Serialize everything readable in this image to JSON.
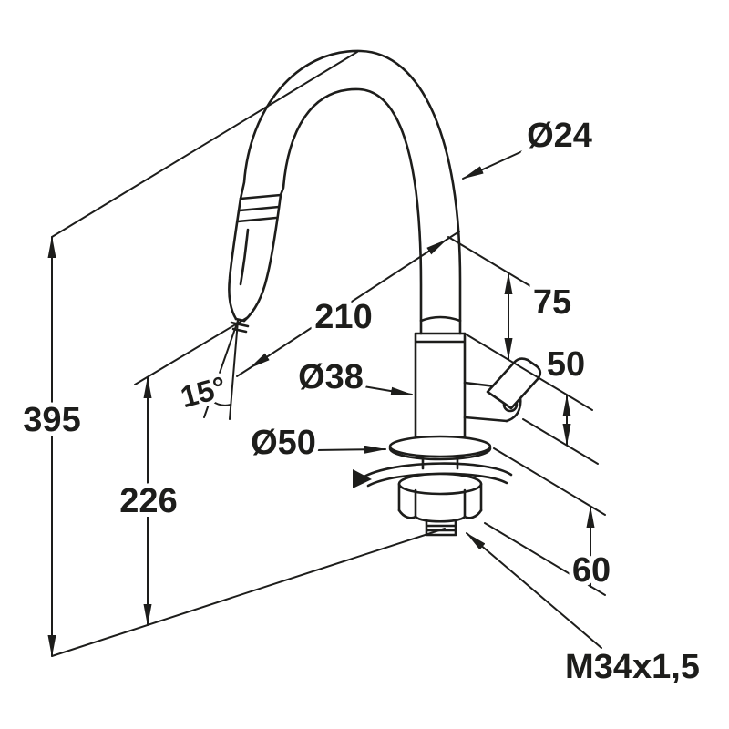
{
  "figure": {
    "type": "technical-line-drawing",
    "subject": "kitchen faucet with pull-out spray, dimensioned spec drawing",
    "background_color": "#ffffff",
    "line_color": "#1d1d1b"
  },
  "labels": {
    "spout_diameter": "Ø24",
    "reach": "210",
    "body_diameter": "Ø38",
    "base_diameter": "Ø50",
    "total_height": "395",
    "outlet_height": "226",
    "spray_angle": "15°",
    "dim_outlet_to_body": "75",
    "dim_handle": "50",
    "dim_under_counter": "60",
    "thread_size": "M34x1,5"
  }
}
